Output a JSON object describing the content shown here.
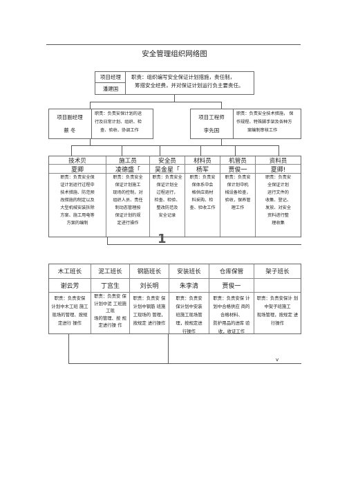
{
  "title": "安全管理组织网络图",
  "manager": {
    "role": "项目经理",
    "name": "潘建国",
    "duty_line1": "职责：组织编写安全保证计划措施，责任制，",
    "duty_line2": "筹措安全经费，并对保证计划运行负主要责任。"
  },
  "deputy": {
    "role": "项目副经理",
    "name": "蔡 冬",
    "duty_line1": "职责：负责安保计划的运",
    "duty_line2": "行及日常计划、组织、检",
    "duty_line3": "查、验收、协调工作"
  },
  "engineer": {
    "role": "项目工程师",
    "name": "李先国",
    "duty_line1": "职责：负责安全技术措施，  保",
    "duty_line2": "作规程、特殊脚手架及各种方",
    "duty_line3": "案编制审核工作"
  },
  "staff": [
    {
      "role": "技术贝",
      "name": "夏卿",
      "duties": [
        "职责：负责安全保",
        "证计划运行过程中",
        "技术措施、防范预",
        "改措施的制定以及",
        "大型机械安装拆除",
        "方案、施工用电等",
        "方案的编制"
      ]
    },
    {
      "role": "施工员",
      "name": "凌德盛「",
      "duties": [
        "职责：负责安全",
        "保证计划施工",
        "现场的控制，对",
        "组织人员、责任",
        "制动态管理按",
        "保证计划的规",
        "定进行操作"
      ]
    },
    {
      "role": "安全员",
      "name": "吴金星「",
      "duties": [
        "职责：负责安全",
        "保证计划全",
        "过程运行，",
        "检查、检验、",
        "整改防范及",
        "安全记录"
      ]
    },
    {
      "role": "材料员",
      "name": "杨军",
      "duties": [
        "职责：负责安",
        "保体系中会",
        "格供应商材",
        "料采购、检",
        "查、验收工作"
      ]
    },
    {
      "role": "机管员",
      "name": "贾俊一",
      "duties": [
        "职责：负责安",
        "保计划中机",
        "械设备检查，",
        "验收，保养管",
        "理工作"
      ]
    },
    {
      "role": "资料员",
      "name": "夏卿!",
      "duties": [
        "职责：负责安",
        "全保证计划",
        "运行文件的",
        "收集、登记、",
        "发放、对安全",
        "资料进行整",
        "理收集"
      ]
    }
  ],
  "page_mark": "1",
  "foremen": [
    {
      "role": "木工班长",
      "name": "谢云芳",
      "duties": [
        "职责：负责安保",
        "计划中木工班 施工",
        "现场的管理、按规",
        "定进行 操作"
      ]
    },
    {
      "role": "泥工班长",
      "name": "丁宫生",
      "duties": [
        "职责：负责安 保",
        "计划中泥 工班施",
        "工现",
        "场的管理、按 规",
        "定进行操 作"
      ]
    },
    {
      "role": "钢筋班长",
      "name": "刘长明",
      "duties": [
        "职责：负责安 保",
        "计划中钢筋 班施",
        "工现场的 管理，",
        "按规定 进行操作"
      ]
    },
    {
      "role": "安装班长",
      "name": "朱李清",
      "duties": [
        "职责：负责安",
        "保计划中安装",
        "班施工现场管",
        "理，按规定进",
        "行操作"
      ]
    },
    {
      "role": "仓库保管",
      "name": "贾俊一",
      "duties": [
        "职责：负责安保 计",
        "划中合格供应 商的",
        "合格材料、",
        "防护用品的进库 验",
        "收，收证工作"
      ]
    },
    {
      "role": "架子班长",
      "name": "",
      "duties": [
        "职责：负责安保计 划",
        "中架子班施工",
        "现场管理，按规定 进",
        "行操作"
      ]
    }
  ],
  "footer_mark": "v"
}
